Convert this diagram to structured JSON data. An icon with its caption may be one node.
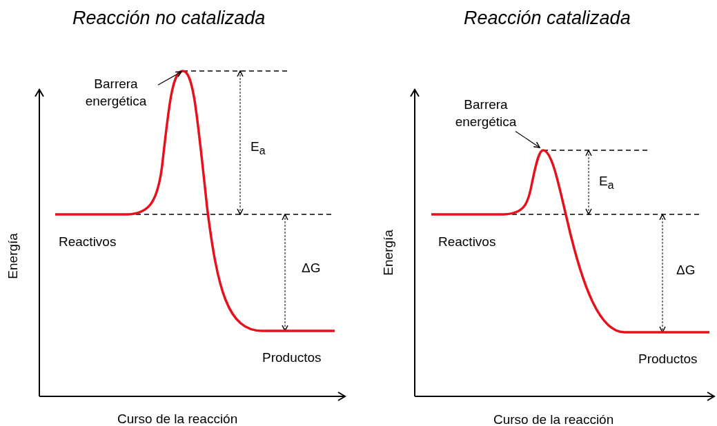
{
  "diagram": {
    "nodes": [
      {
        "text": [
          "Barrera energética"
        ]
      },
      {
        "text": [
          "Barrera energética"
        ]
      }
    ],
    "edges": [
      {
        "from": 0,
        "to": null,
        "arrow": "to"
      },
      {
        "from": 1,
        "to": null,
        "arrow": "to"
      }
    ],
    "labels": [
      "Reacción no catalizada",
      "Reacción catalizada",
      "Energía",
      "E$_{a}$",
      "Reactivos",
      "ΔG",
      "Productos",
      "Curso de la reacción",
      "Energía",
      "E$_{a}$",
      "Reactivos",
      "ΔG",
      "Productos",
      "Curso de la reacción"
    ]
  }
}
